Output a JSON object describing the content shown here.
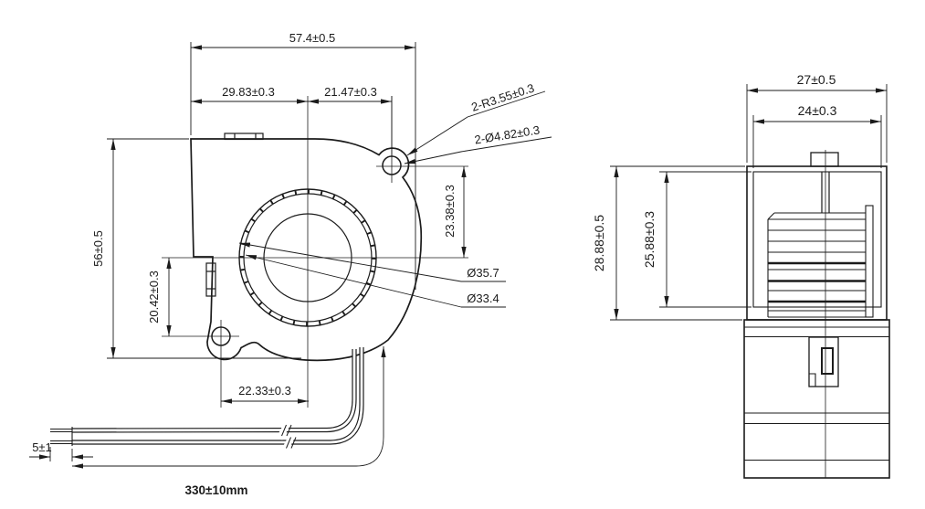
{
  "front_view": {
    "dim_total_width": "57.4±0.5",
    "dim_left_width": "29.83±0.3",
    "dim_right_width": "21.47±0.3",
    "dim_total_height": "56±0.5",
    "dim_hole_below_center": "20.42±0.3",
    "dim_hole_left_of_center": "22.33±0.3",
    "dim_hole_above_center": "23.38±0.3",
    "label_outer_ring": "Ø35.7",
    "label_inner_ring": "Ø33.4",
    "label_mount_boss_radius": "2-R3.55±0.3",
    "label_mount_hole_dia": "2-Ø4.82±0.3"
  },
  "side_view": {
    "dim_total_depth": "27±0.5",
    "dim_inner_depth": "24±0.3",
    "dim_total_height": "28.88±0.5",
    "dim_inner_height": "25.88±0.3"
  },
  "lead_wires": {
    "dim_strip_length": "5±1",
    "dim_wire_length": "330±10mm"
  },
  "line_color": "#1b1b1b"
}
